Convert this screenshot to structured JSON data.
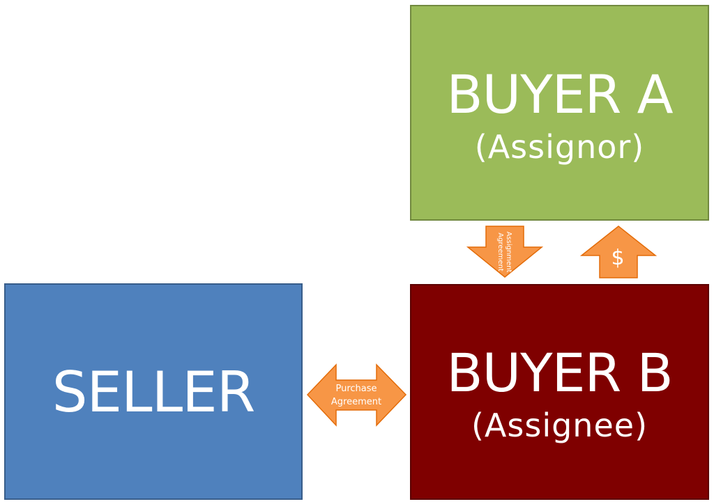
{
  "buyer_a": {
    "title": "BUYER A",
    "subtitle": "(Assignor)",
    "color": "#9bbb59"
  },
  "buyer_b": {
    "title": "BUYER B",
    "subtitle": "(Assignee)",
    "color": "#7f0000"
  },
  "seller": {
    "title": "SELLER",
    "color": "#4f81bd"
  },
  "arrows": {
    "purchase_agreement": {
      "line1": "Purchase",
      "line2": "Agreement"
    },
    "assignment_agreement": {
      "line1": "Assignment",
      "line2": "Agreement"
    },
    "payment": {
      "label": "$"
    },
    "color": "#f79646"
  }
}
